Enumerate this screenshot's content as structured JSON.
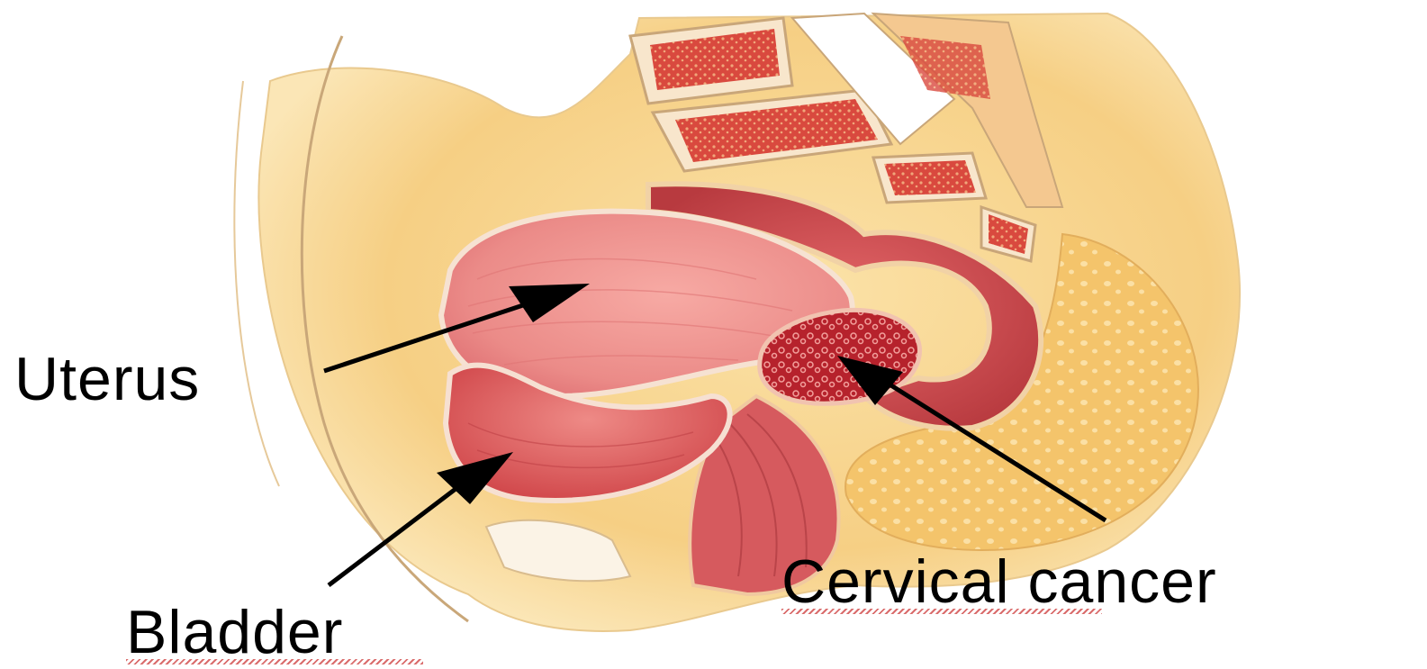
{
  "labels": {
    "uterus": "Uterus",
    "bladder": "Bladder",
    "cervical_cancer": "Cervical cancer"
  },
  "colors": {
    "skin": "#f8d68e",
    "fat": "#f3c163",
    "uterus": "#ef8f8f",
    "bladder": "#d94b4e",
    "tumor": "#b9252e",
    "bone": "#cf3f35",
    "arrow": "#000000"
  }
}
